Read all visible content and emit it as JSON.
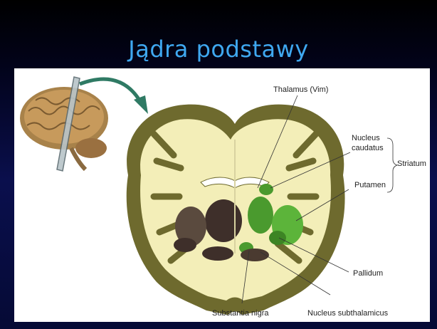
{
  "slide": {
    "title": "Jądra podstawy"
  },
  "labels": {
    "thalamus": "Thalamus (Vim)",
    "nucleus": "Nucleus",
    "caudatus": "caudatus",
    "striatum": "Striatum",
    "putamen": "Putamen",
    "pallidum": "Pallidum",
    "substantia_nigra": "Substantia nigra",
    "nucleus_subthalamicus": "Nucleus subthalamicus"
  },
  "colors": {
    "cortex": "#6e6a2e",
    "white_matter": "#f3eeb8",
    "dark_nuclei": "#3e2f2a",
    "green_nuclei": "#4a9a2e",
    "arrow": "#2f7a64"
  }
}
